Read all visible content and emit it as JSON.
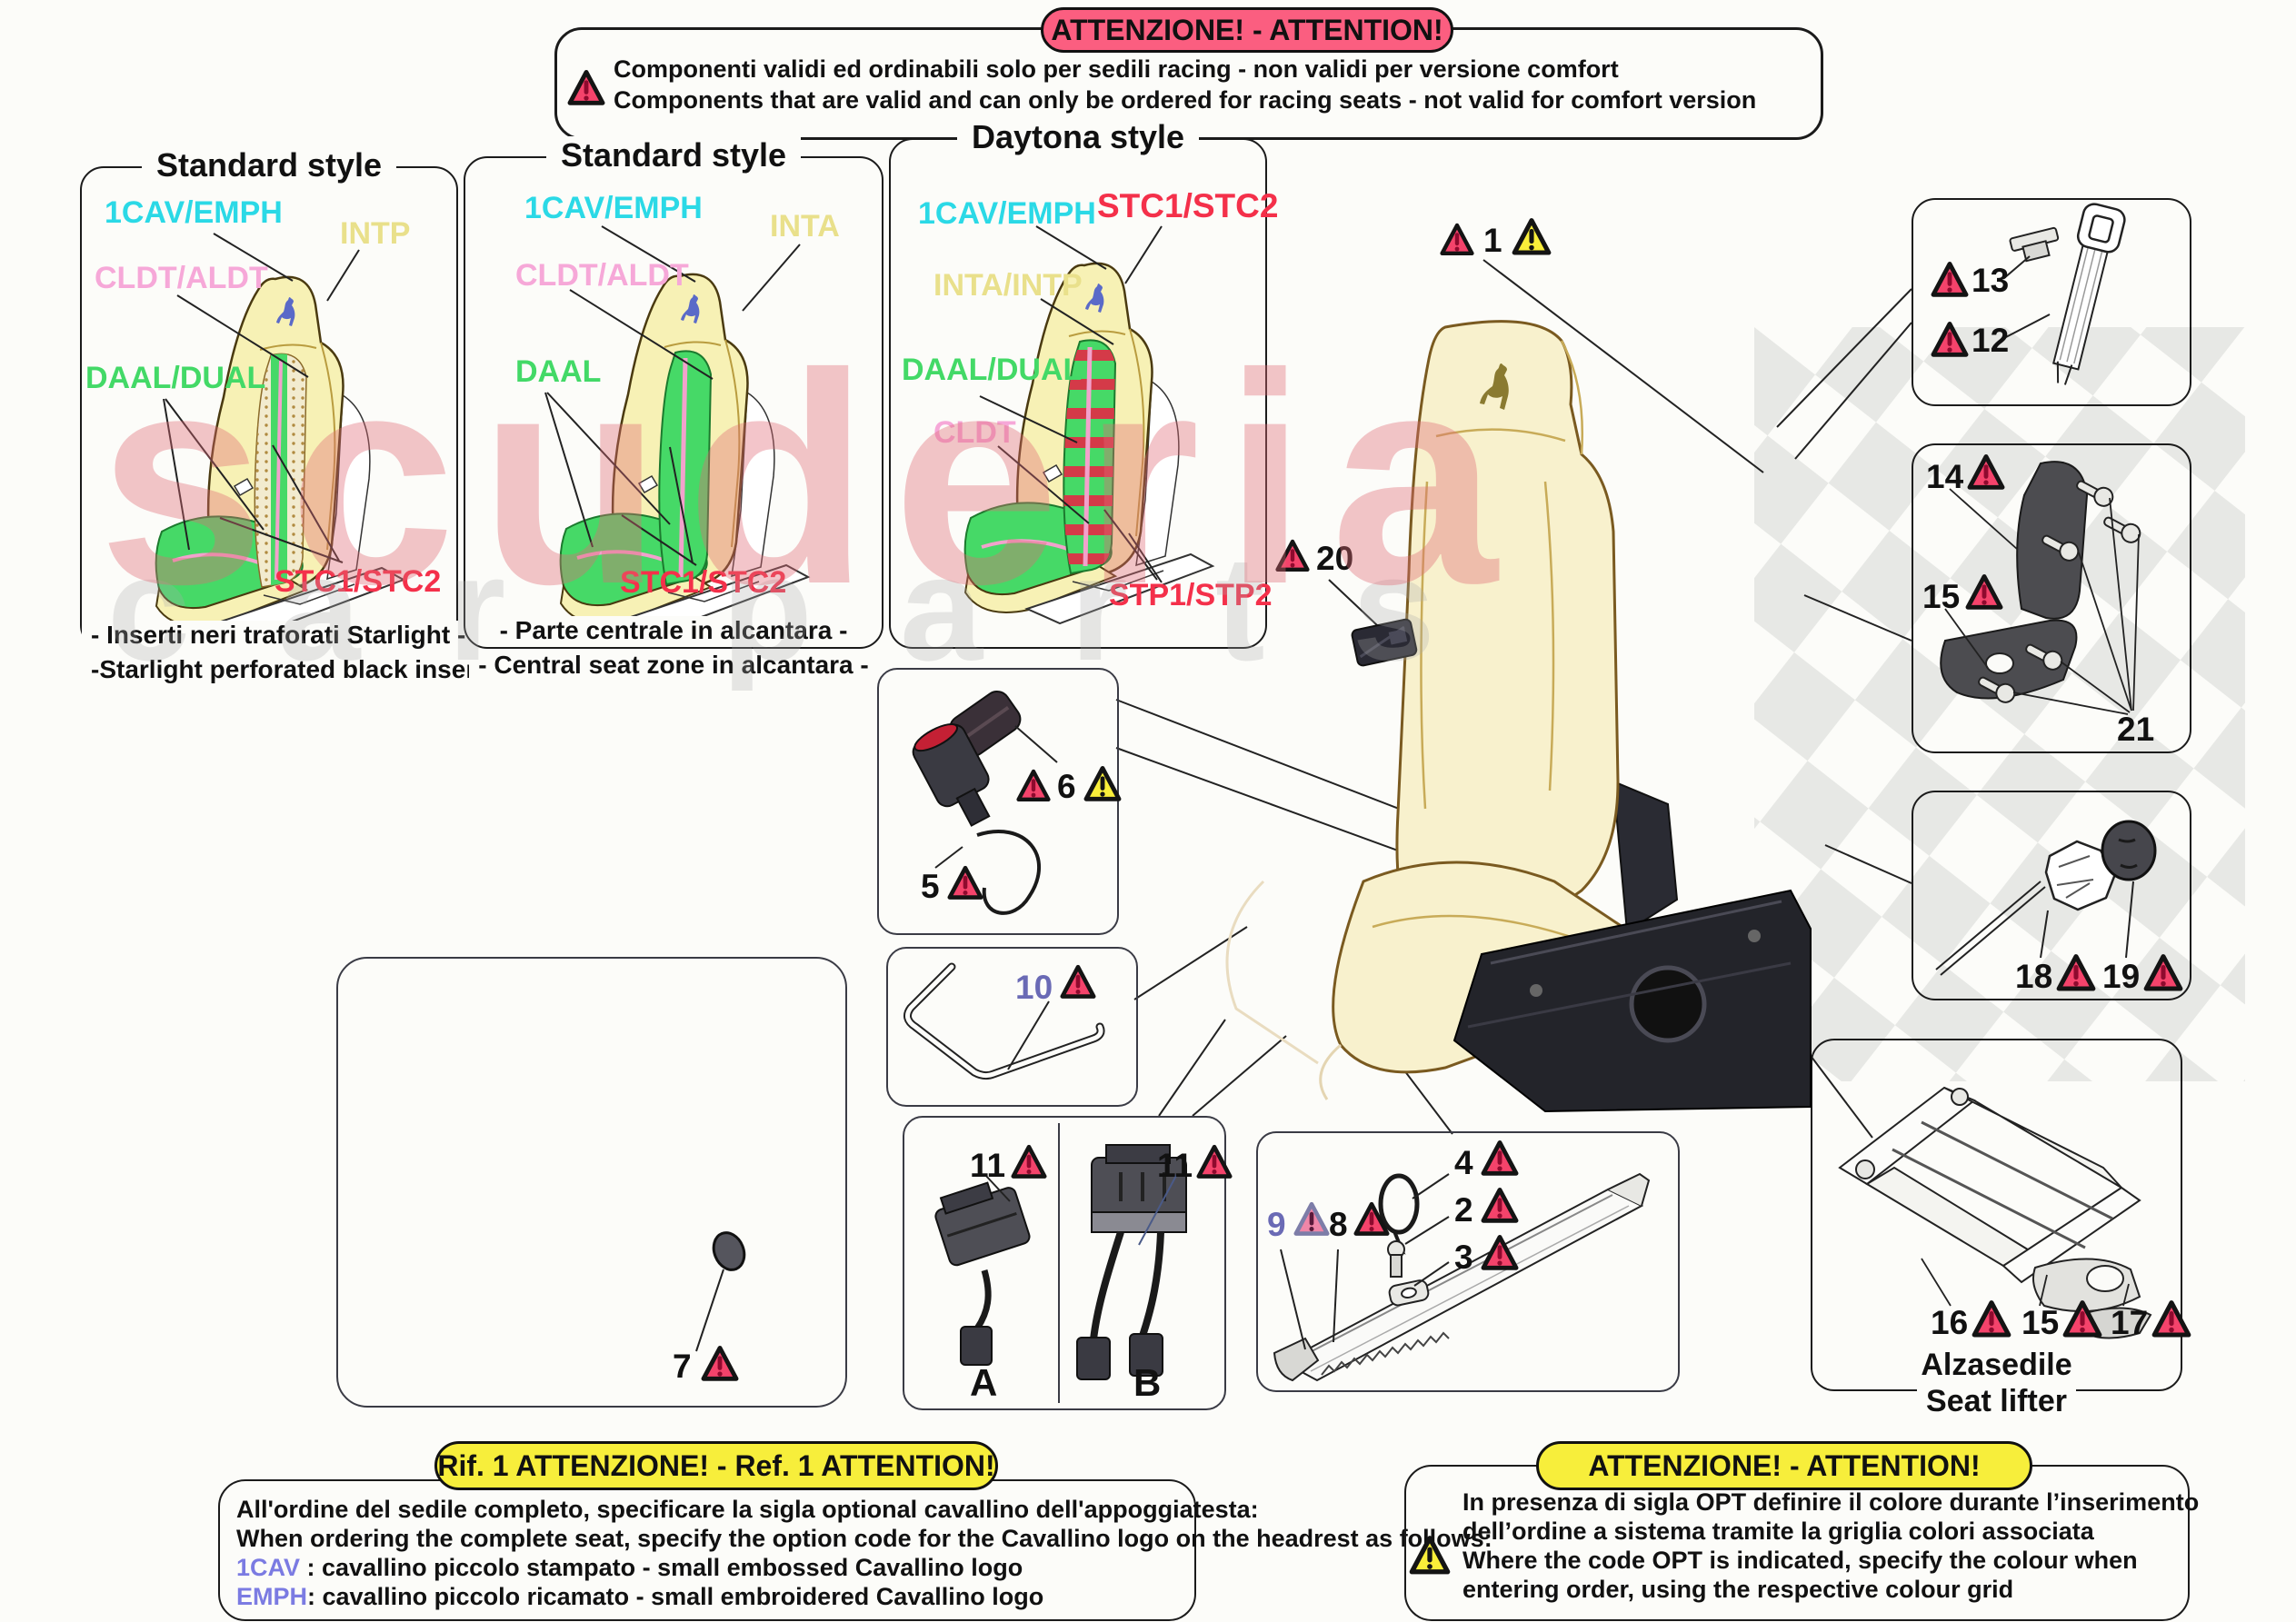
{
  "attention_top": {
    "title": "ATTENZIONE! - ATTENTION!",
    "line_it": "Componenti validi ed ordinabili solo per sedili racing - non validi per versione comfort",
    "line_en": "Components that are valid and can only be ordered for racing seats - not valid for comfort version"
  },
  "style_boxes": [
    {
      "title": "Standard style",
      "labels": {
        "logo": "1CAV/EMPH",
        "insert": "INTP",
        "cldt": "CLDT/ALDT",
        "daal": "DAAL/DUAL",
        "stc": "STC1/STC2"
      },
      "caption_it": "- Inserti neri traforati Starlight -",
      "caption_en": "-Starlight perforated black inserts -"
    },
    {
      "title": "Standard style",
      "labels": {
        "logo": "1CAV/EMPH",
        "insert": "INTA",
        "cldt": "CLDT/ALDT",
        "daal": "DAAL",
        "stc": "STC1/STC2"
      },
      "caption_it": "- Parte centrale in alcantara -",
      "caption_en": "- Central seat zone in alcantara -"
    },
    {
      "title": "Daytona style",
      "labels": {
        "logo": "1CAV/EMPH",
        "stc": "STC1/STC2",
        "insert": "INTA/INTP",
        "daal": "DAAL/DUAL",
        "cldt": "CLDT",
        "stp": "STP1/STP2"
      }
    }
  ],
  "callouts": {
    "n1": "1",
    "n2": "2",
    "n3": "3",
    "n4": "4",
    "n5": "5",
    "n6": "6",
    "n7": "7",
    "n8": "8",
    "n9": "9",
    "n10": "10",
    "n11": "11",
    "n12": "12",
    "n13": "13",
    "n14": "14",
    "n15": "15",
    "n16": "16",
    "n17": "17",
    "n18": "18",
    "n19": "19",
    "n20": "20",
    "n21": "21",
    "letter_a": "A",
    "letter_b": "B"
  },
  "seat_lifter": {
    "label_it": "Alzasedile",
    "label_en": "Seat lifter"
  },
  "note_rif1": {
    "title": "Rif. 1 ATTENZIONE! - Ref. 1 ATTENTION!",
    "line1": "All'ordine del sedile completo, specificare la sigla optional cavallino dell'appoggiatesta:",
    "line2": "When ordering the complete seat, specify the option code for the Cavallino logo on the headrest as follows:",
    "code1": "1CAV",
    "code1_desc": " : cavallino piccolo stampato - small embossed Cavallino logo",
    "code2": "EMPH",
    "code2_desc": ": cavallino piccolo ricamato - small embroidered Cavallino logo"
  },
  "note_opt": {
    "title": "ATTENZIONE! - ATTENTION!",
    "line1": "In presenza di sigla OPT definire il colore durante l’inserimento",
    "line2": "dell’ordine a sistema tramite la griglia colori associata",
    "line3": "Where the code OPT is indicated, specify the colour when",
    "line4": "entering order, using the respective colour grid"
  },
  "watermark": {
    "line1": "scuderia",
    "line2": "car parts"
  },
  "colors": {
    "cyan": "#2bd9e6",
    "pale_yellow": "#e9e08b",
    "pink": "#f6a8d8",
    "green": "#43d967",
    "red": "#f4304a",
    "callout_blue": "#6a6ab5",
    "code_blue": "#7b7be2",
    "pill_pink": "#fb5e80",
    "pill_yellow": "#f7ee3b",
    "wm_pink": "#e06a75"
  }
}
